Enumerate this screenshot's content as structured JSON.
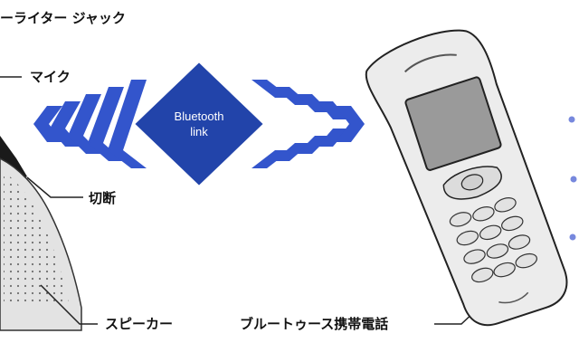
{
  "labels": {
    "lighter_jack": "ーライター ジャック",
    "mic": "マイク",
    "disconnect": "切断",
    "speaker": "スピーカー",
    "bluetooth_phone": "ブルートゥース携帯電話"
  },
  "bluetooth": {
    "line1": "Bluetooth",
    "line2": "link"
  },
  "colors": {
    "bluetooth_blue": "#2244aa",
    "chevron_blue": "#3355cc",
    "dot_blue": "#7788dd",
    "line": "#222222",
    "device_gray": "#e0e0e0",
    "phone_body": "#ececec",
    "phone_screen": "#9a9a9a"
  }
}
